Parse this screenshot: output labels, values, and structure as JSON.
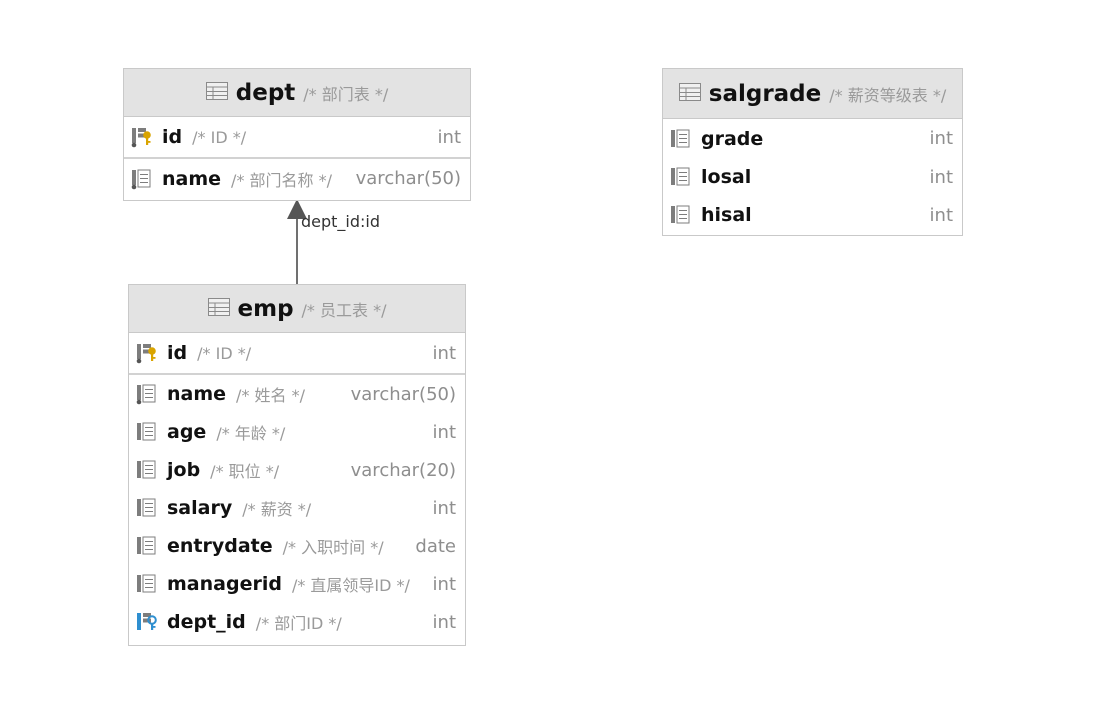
{
  "dept": {
    "name": "dept",
    "comment": "/* 部门表 */",
    "columns": [
      {
        "name": "id",
        "comment": "/* ID */",
        "type": "int"
      },
      {
        "name": "name",
        "comment": "/* 部门名称 */",
        "type": "varchar(50)"
      }
    ]
  },
  "emp": {
    "name": "emp",
    "comment": "/* 员工表 */",
    "columns": [
      {
        "name": "id",
        "comment": "/* ID */",
        "type": "int"
      },
      {
        "name": "name",
        "comment": "/* 姓名 */",
        "type": "varchar(50)"
      },
      {
        "name": "age",
        "comment": "/* 年龄 */",
        "type": "int"
      },
      {
        "name": "job",
        "comment": "/* 职位 */",
        "type": "varchar(20)"
      },
      {
        "name": "salary",
        "comment": "/* 薪资 */",
        "type": "int"
      },
      {
        "name": "entrydate",
        "comment": "/* 入职时间 */",
        "type": "date"
      },
      {
        "name": "managerid",
        "comment": "/* 直属领导ID */",
        "type": "int"
      },
      {
        "name": "dept_id",
        "comment": "/* 部门ID */",
        "type": "int"
      }
    ]
  },
  "salgrade": {
    "name": "salgrade",
    "comment": "/* 薪资等级表 */",
    "columns": [
      {
        "name": "grade",
        "comment": "",
        "type": "int"
      },
      {
        "name": "losal",
        "comment": "",
        "type": "int"
      },
      {
        "name": "hisal",
        "comment": "",
        "type": "int"
      }
    ]
  },
  "relation": {
    "label": "dept_id:id"
  },
  "colors": {
    "header_bg": "#e3e3e3",
    "border": "#c9c9c9",
    "key_gold": "#d9a400",
    "key_blue": "#2e8fd0",
    "icon_gray": "#7d7d7d"
  }
}
